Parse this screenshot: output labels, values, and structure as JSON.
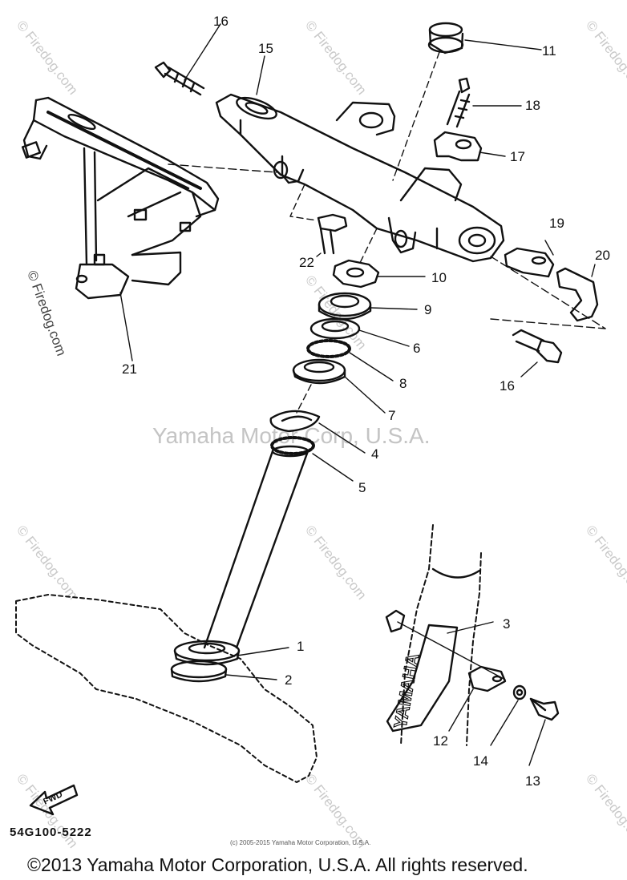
{
  "watermarks": {
    "site": "© Firedog.com",
    "center": "Yamaha Motor Corp, U.S.A."
  },
  "diagram": {
    "drawing_code": "54G100-5222",
    "fwd_label": "FWD",
    "fork_brand": "YAMAHA",
    "callouts": [
      "1",
      "2",
      "3",
      "4",
      "5",
      "6",
      "7",
      "8",
      "9",
      "10",
      "11",
      "12",
      "13",
      "14",
      "15",
      "16",
      "16",
      "17",
      "18",
      "19",
      "20",
      "21",
      "22"
    ]
  },
  "footer": {
    "small_notice": "(c) 2005-2015 Yamaha Motor Corporation, U.S.A.",
    "copyright": "©2013 Yamaha Motor Corporation, U.S.A. All rights reserved."
  },
  "colors": {
    "ink": "#111111",
    "watermark": "#c9c9c9"
  }
}
